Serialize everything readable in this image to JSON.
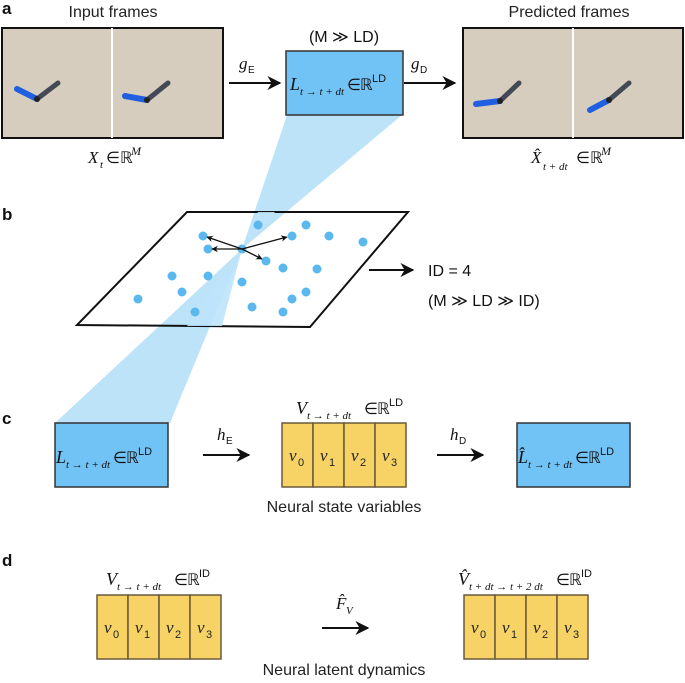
{
  "panels": {
    "a": {
      "label": "a",
      "input_title": "Input frames",
      "predicted_title": "Predicted frames",
      "input_var": {
        "symbol": "X",
        "sub": "t",
        "set": "ℝ",
        "sup": "M"
      },
      "predicted_var": {
        "symbol": "X̂",
        "sub": "t + dt",
        "set": "ℝ",
        "sup": "M"
      },
      "latent_note": "(M ≫ LD)",
      "latent_var": {
        "symbol": "L",
        "sub": "t → t + dt",
        "set": "ℝ",
        "sup": "LD"
      },
      "encoder": {
        "symbol": "g",
        "sub": "E"
      },
      "decoder": {
        "symbol": "g",
        "sub": "D"
      }
    },
    "b": {
      "label": "b",
      "result": "ID = 4",
      "relation": "(M ≫ LD ≫ ID)"
    },
    "c": {
      "label": "c",
      "input_var": {
        "symbol": "L",
        "sub": "t → t + dt",
        "set": "ℝ",
        "sup": "LD"
      },
      "state_var": {
        "symbol": "V",
        "sub": "t → t + dt",
        "set": "ℝ",
        "sup": "LD"
      },
      "output_var": {
        "symbol": "L̂",
        "sub": "t → t + dt",
        "set": "ℝ",
        "sup": "LD"
      },
      "encoder": {
        "symbol": "h",
        "sub": "E"
      },
      "decoder": {
        "symbol": "h",
        "sub": "D"
      },
      "cells": [
        "v0",
        "v1",
        "v2",
        "v3"
      ],
      "caption": "Neural state variables"
    },
    "d": {
      "label": "d",
      "input_var": {
        "symbol": "V",
        "sub": "t → t + dt",
        "set": "ℝ",
        "sup": "ID"
      },
      "output_var": {
        "symbol": "V̂",
        "sub": "t + dt → t + 2 dt",
        "set": "ℝ",
        "sup": "ID"
      },
      "operator": {
        "symbol": "F̂",
        "sub": "V"
      },
      "cells": [
        "v0",
        "v1",
        "v2",
        "v3"
      ],
      "caption": "Neural latent dynamics"
    }
  },
  "colors": {
    "frame_bg": "#d7cdbf",
    "latent_box": "#72c3f5",
    "cone": "#bde3f9",
    "dot": "#5ab8ee",
    "cell": "#f7d366",
    "cell_border": "#6a5a3a",
    "arm_blue": "#1f5fe0",
    "arm_dark": "#444a55"
  }
}
